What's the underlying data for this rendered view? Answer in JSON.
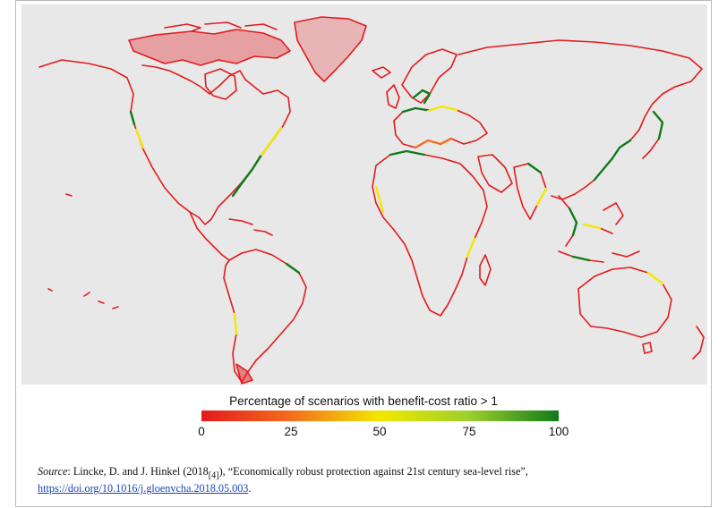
{
  "legend": {
    "title": "Percentage of scenarios with benefit-cost ratio > 1",
    "ticks": [
      "0",
      "25",
      "50",
      "75",
      "100"
    ],
    "colors": [
      "#e41a1c",
      "#f46d1d",
      "#f2e800",
      "#9ccf2e",
      "#107a18"
    ]
  },
  "source": {
    "label": "Source",
    "text_1": ": Lincke, D. and J. Hinkel (2018",
    "citation_ref": "[4]",
    "text_2": "), “Economically robust protection against 21st century sea-level rise”, ",
    "link_text": "https://doi.org/10.1016/j.gloenvcha.2018.05.003",
    "text_end": "."
  },
  "map": {
    "ocean_color": "#e8e8e8",
    "coast_default_color": "#e41a1c"
  }
}
